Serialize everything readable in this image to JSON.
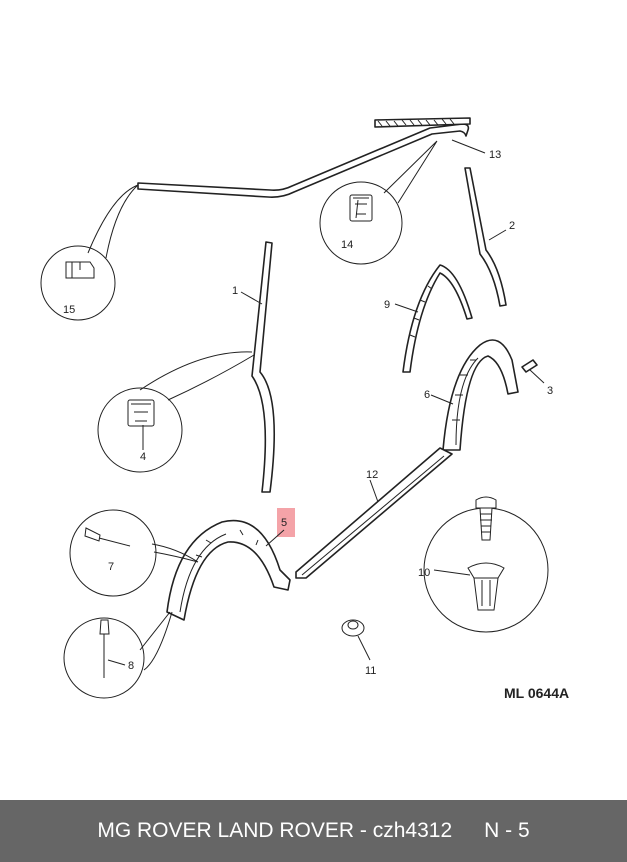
{
  "diagram": {
    "drawing_code": "ML 0644A",
    "highlight_color": "#f4a3a8",
    "callouts": [
      {
        "id": "1",
        "label": "1"
      },
      {
        "id": "2",
        "label": "2"
      },
      {
        "id": "3",
        "label": "3"
      },
      {
        "id": "4",
        "label": "4"
      },
      {
        "id": "5",
        "label": "5",
        "highlighted": true
      },
      {
        "id": "6",
        "label": "6"
      },
      {
        "id": "7",
        "label": "7"
      },
      {
        "id": "8",
        "label": "8"
      },
      {
        "id": "9",
        "label": "9"
      },
      {
        "id": "10",
        "label": "10"
      },
      {
        "id": "11",
        "label": "11"
      },
      {
        "id": "12",
        "label": "12"
      },
      {
        "id": "13",
        "label": "13"
      },
      {
        "id": "14",
        "label": "14"
      },
      {
        "id": "15",
        "label": "15"
      }
    ]
  },
  "footer": {
    "brand_part": "MG ROVER LAND ROVER - czh4312",
    "page_ref": "N - 5",
    "background_color": "#666666"
  }
}
